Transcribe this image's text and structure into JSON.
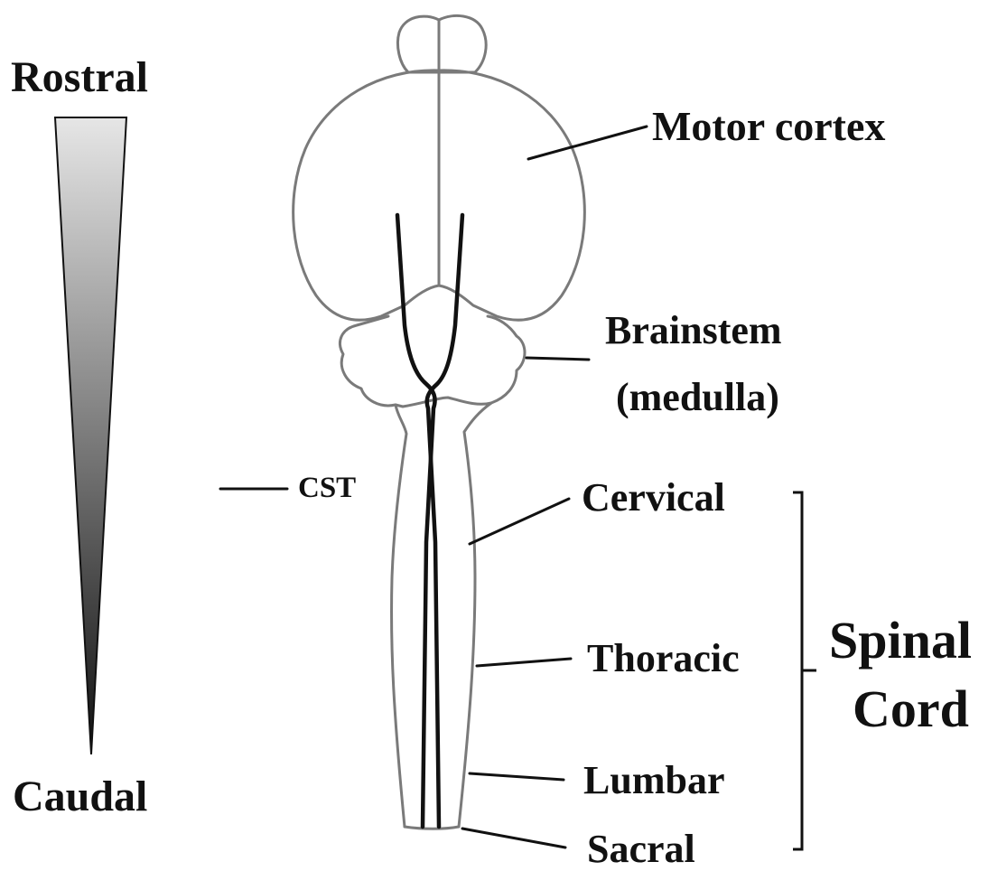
{
  "gradient": {
    "top_label": "Rostral",
    "bottom_label": "Caudal",
    "colors": {
      "top": "#e6e6e6",
      "bottom": "#111111"
    }
  },
  "labels": {
    "motor_cortex": "Motor cortex",
    "brainstem_line1": "Brainstem",
    "brainstem_line2": "(medulla)",
    "cst": "CST",
    "cervical": "Cervical",
    "thoracic": "Thoracic",
    "lumbar": "Lumbar",
    "sacral": "Sacral",
    "spinal_cord_line1": "Spinal",
    "spinal_cord_line2": "Cord"
  },
  "colors": {
    "outline": "#7a7a7a",
    "tract": "#111111",
    "text": "#111111"
  }
}
